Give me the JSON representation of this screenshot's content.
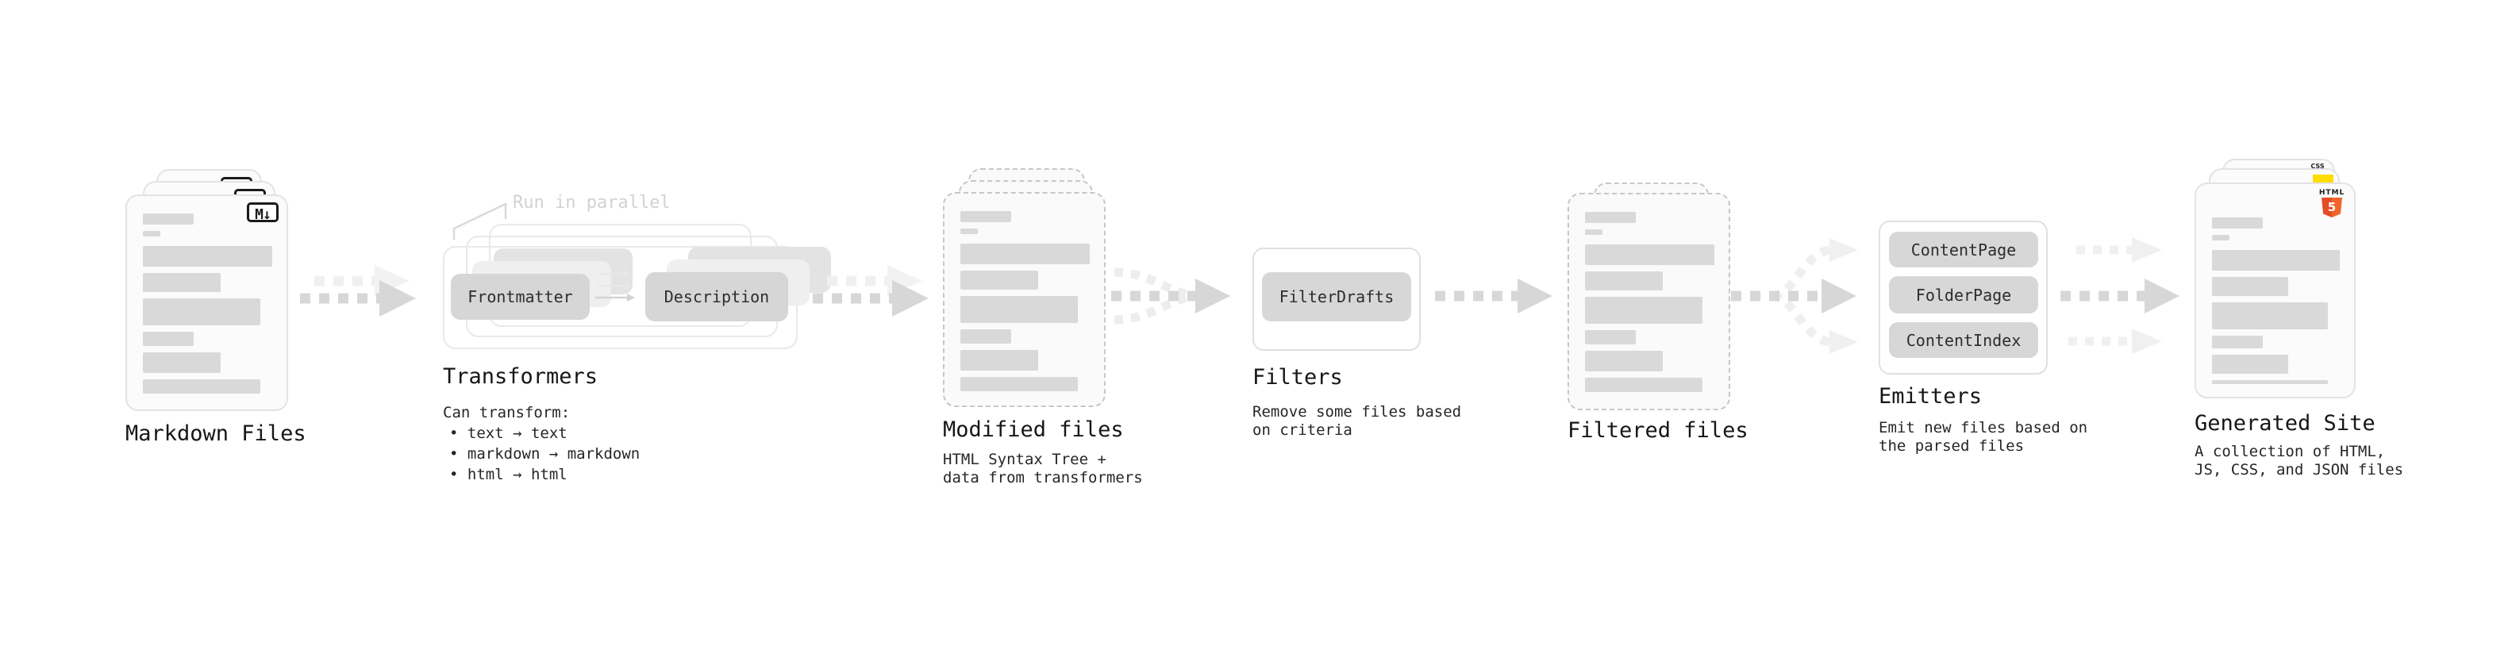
{
  "diagram": {
    "markdown_files": {
      "title": "Markdown Files",
      "file_type_badge": "M↓"
    },
    "transformers": {
      "annotation": "Run in parallel",
      "transformer_1": "Frontmatter",
      "transformer_2": "Description",
      "title": "Transformers",
      "caption": "Can transform:",
      "bullets": [
        "• text → text",
        "• markdown → markdown",
        "• html → html"
      ]
    },
    "modified_files": {
      "title": "Modified files",
      "subtitle": "HTML Syntax Tree +\ndata from transformers"
    },
    "filters": {
      "filter_1": "FilterDrafts",
      "title": "Filters",
      "subtitle": "Remove some files based\non criteria"
    },
    "filtered_files": {
      "title": "Filtered files"
    },
    "emitters": {
      "emitter_1": "ContentPage",
      "emitter_2": "FolderPage",
      "emitter_3": "ContentIndex",
      "title": "Emitters",
      "subtitle": "Emit new files based on\nthe parsed files"
    },
    "generated_site": {
      "title": "Generated Site",
      "subtitle": "A collection of HTML,\nJS, CSS, and JSON files",
      "html_badge_label": "HTML",
      "html_badge_number": "5",
      "css_badge_label": "CSS"
    },
    "colors": {
      "html5_orange": "#e44d26",
      "js_yellow": "#ffdd00",
      "css_blue": "#2760e6",
      "arrow_dark": "#d7d7d7",
      "arrow_light": "#f0f0f0"
    }
  }
}
